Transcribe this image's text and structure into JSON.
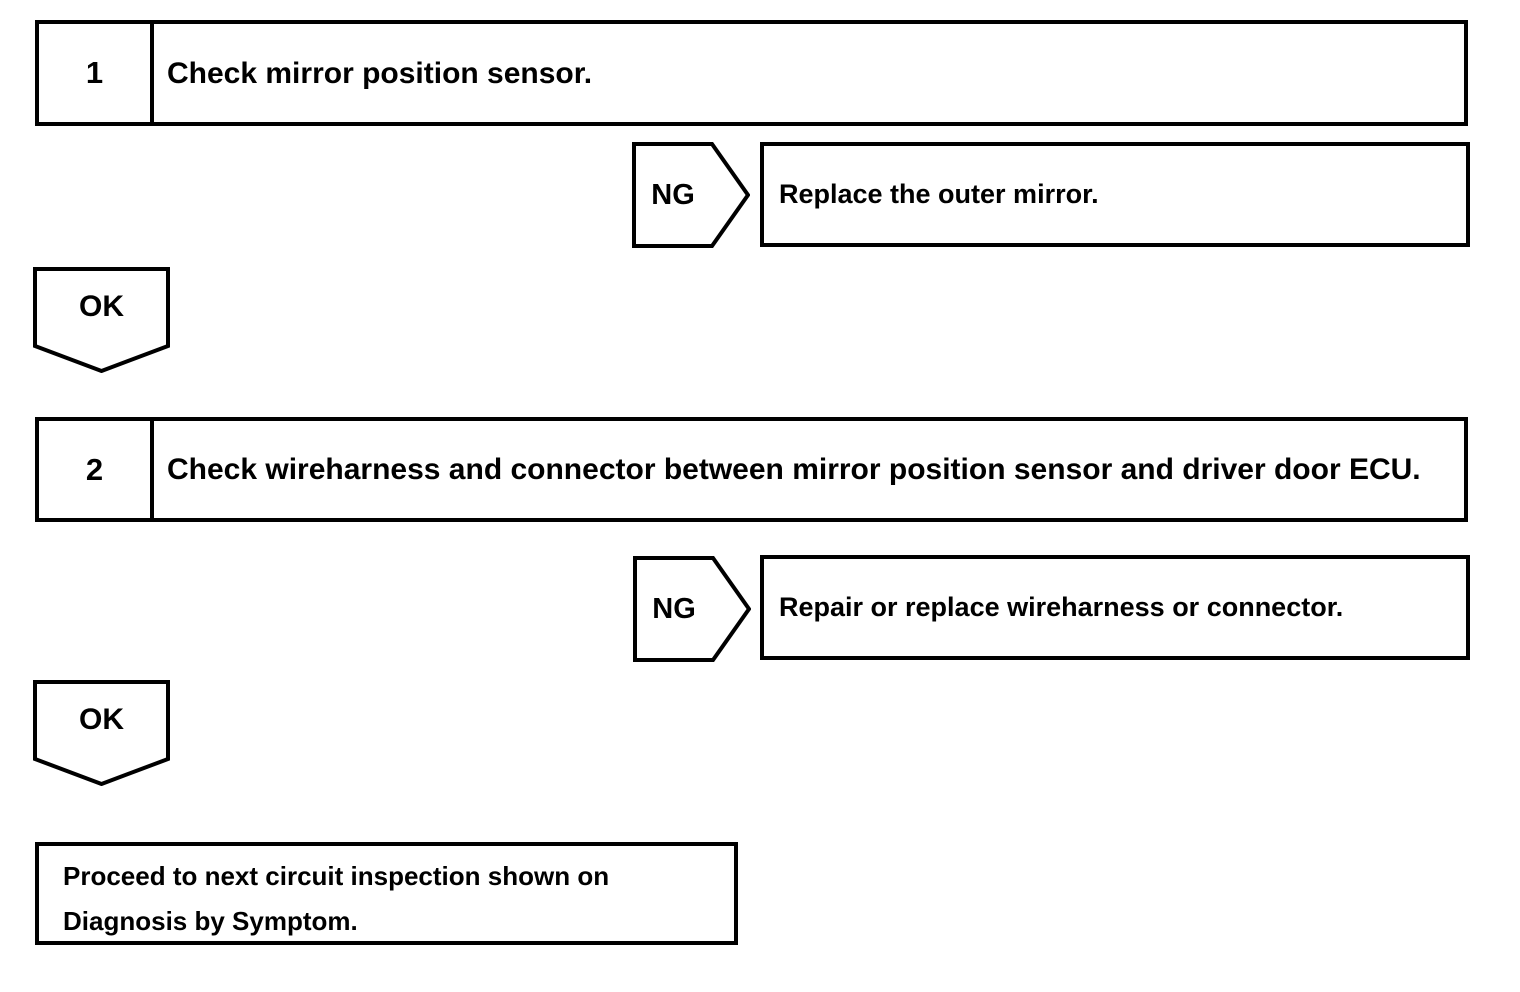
{
  "page": {
    "background_color": "#ffffff",
    "ink_color": "#000000"
  },
  "flowchart": {
    "steps": [
      {
        "number": "1",
        "instruction": "Check mirror position sensor.",
        "ng": {
          "label": "NG",
          "action": "Replace the outer mirror."
        },
        "ok": {
          "label": "OK"
        }
      },
      {
        "number": "2",
        "instruction": "Check wireharness and connector between mirror position sensor and driver door ECU.",
        "ng": {
          "label": "NG",
          "action": "Repair or replace wireharness or connector."
        },
        "ok": {
          "label": "OK"
        }
      }
    ],
    "terminal": {
      "action": "Proceed to next circuit inspection shown on Diagnosis by Symptom."
    }
  }
}
